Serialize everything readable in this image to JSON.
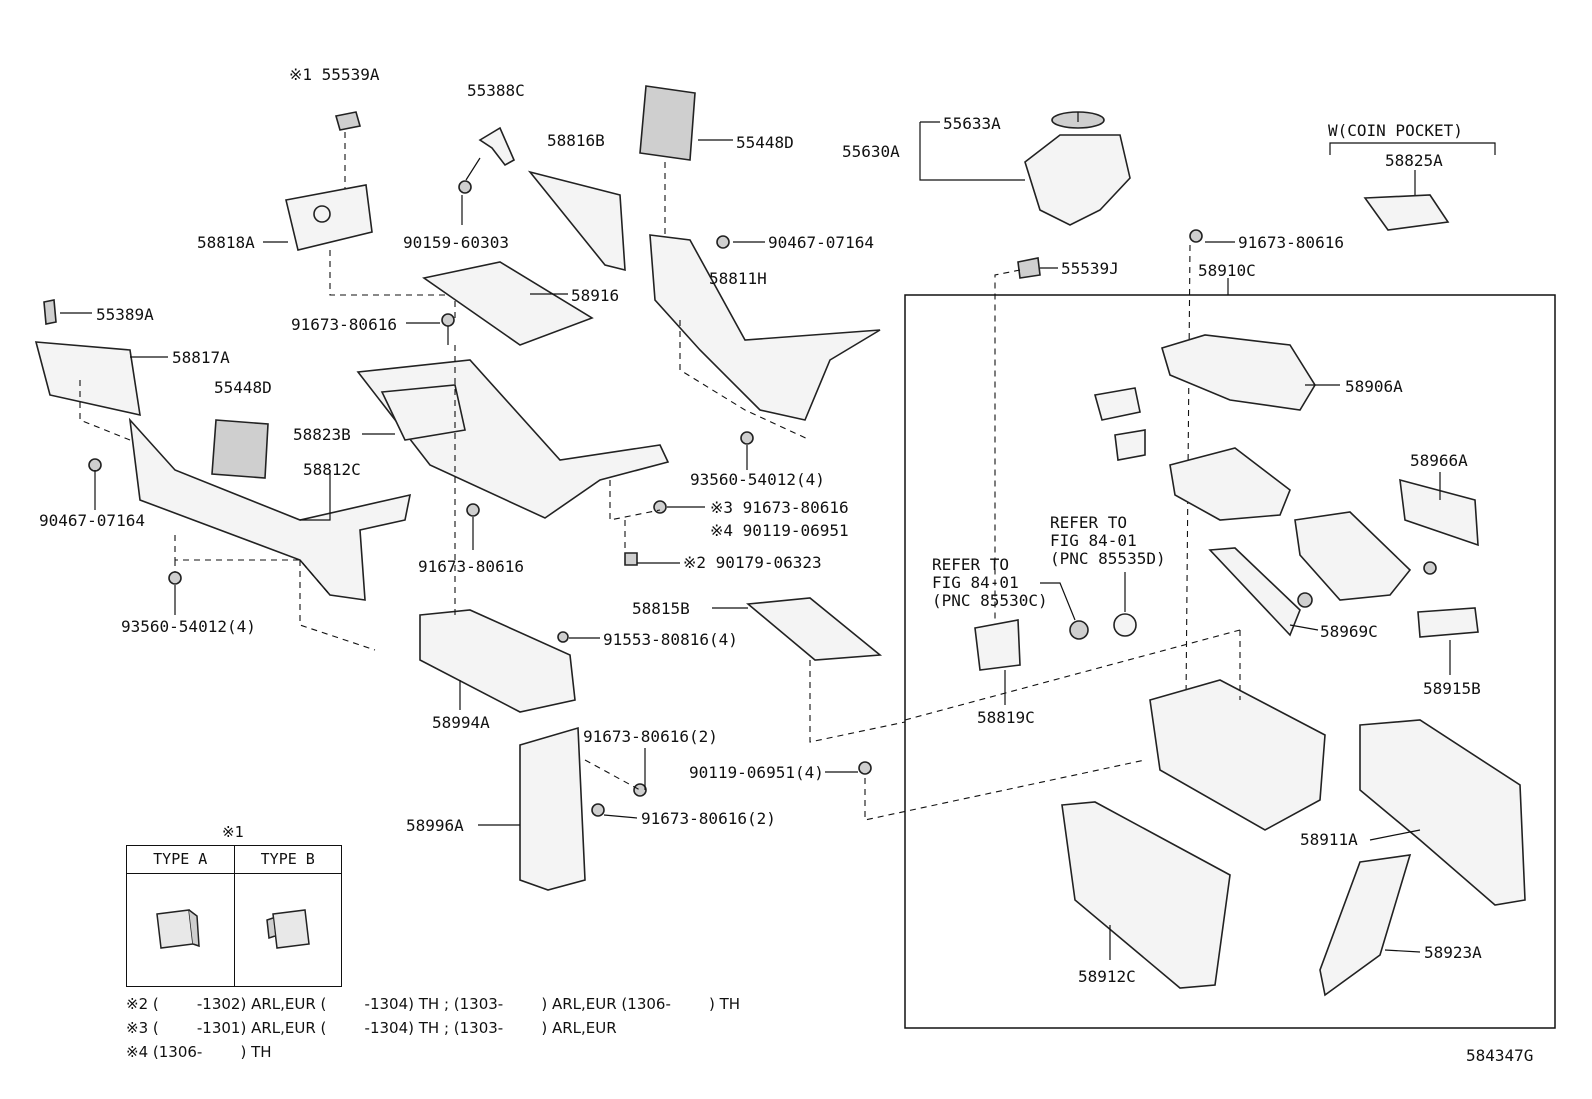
{
  "labels": {
    "p55539A": "※1 55539A",
    "p55388C": "55388C",
    "p58816B": "58816B",
    "p55448D_top": "55448D",
    "p58818A": "58818A",
    "p90159": "90159-60303",
    "p90467_top": "90467-07164",
    "p58811H": "58811H",
    "p58916": "58916",
    "p91673_a": "91673-80616",
    "p55389A": "55389A",
    "p58817A": "58817A",
    "p55448D_left": "55448D",
    "p58823B": "58823B",
    "p58812C": "58812C",
    "p90467_left": "90467-07164",
    "p93560_right": "93560-54012(4)",
    "p91673_x3": "※3 91673-80616",
    "p90119_x4": "※4 90119-06951",
    "p90179_x2": "※2 90179-06323",
    "p91673_b": "91673-80616",
    "p93560_left": "93560-54012(4)",
    "p58815B": "58815B",
    "p91553": "91553-80816(4)",
    "p58994A": "58994A",
    "p91673_c": "91673-80616(2)",
    "p90119_mid": "90119-06951(4)",
    "p58996A": "58996A",
    "p91673_d": "91673-80616(2)",
    "p55633A": "55633A",
    "p55630A": "55630A",
    "p55539J": "55539J",
    "p91673_e": "91673-80616",
    "p58910C": "58910C",
    "coin_pocket": "W(COIN POCKET)",
    "p58825A": "58825A",
    "p58906A": "58906A",
    "p58966A": "58966A",
    "refer1_l1": "REFER TO",
    "refer1_l2": "FIG 84-01",
    "refer1_l3": "(PNC 85535D)",
    "refer2_l1": "REFER TO",
    "refer2_l2": "FIG 84-01",
    "refer2_l3": "(PNC 85530C)",
    "p58969C": "58969C",
    "p58915B": "58915B",
    "p58819C": "58819C",
    "p58911A": "58911A",
    "p58912C": "58912C",
    "p58923A": "58923A"
  },
  "type_table": {
    "title": "※1",
    "col_a": "TYPE  A",
    "col_b": "TYPE  B"
  },
  "notes": [
    "※2 (        -1302) ARL,EUR (        -1304) TH ; (1303-        ) ARL,EUR (1306-        ) TH",
    "※3 (        -1301) ARL,EUR (        -1304) TH ; (1303-        ) ARL,EUR",
    "※4 (1306-        ) TH"
  ],
  "figure_number": "584347G"
}
